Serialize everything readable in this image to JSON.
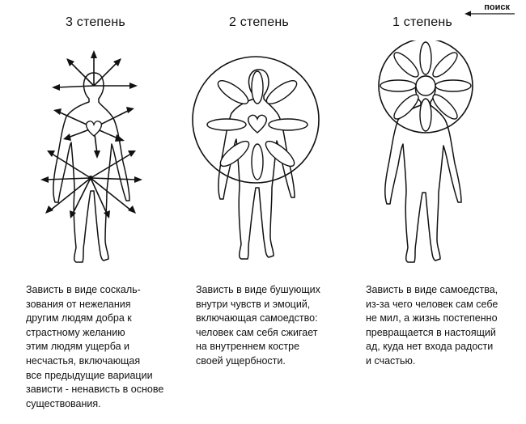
{
  "nav": {
    "search_label": "поиск"
  },
  "columns": [
    {
      "heading": "3 степень",
      "caption_lines": [
        "Зависть в виде соскаль-",
        "зования от нежелания",
        "другим людям добра к",
        "страстному желанию",
        "этим людям ущерба и",
        "несчастья, включающая",
        "все предыдущие вариации",
        "зависти - ненависть в основе",
        "существования."
      ]
    },
    {
      "heading": "2 степень",
      "caption_lines": [
        "Зависть в виде бушующих",
        "внутри чувств и эмоций,",
        "включающая самоедство:",
        "человек сам себя сжигает",
        "на внутреннем костре",
        "своей ущербности."
      ]
    },
    {
      "heading": "1 степень",
      "caption_lines": [
        "Зависть в виде самоедства,",
        "из-за чего человек сам себе",
        "не мил, а жизнь постепенно",
        "превращается в настоящий",
        "ад, куда нет входа радости",
        "и счастью."
      ]
    }
  ]
}
